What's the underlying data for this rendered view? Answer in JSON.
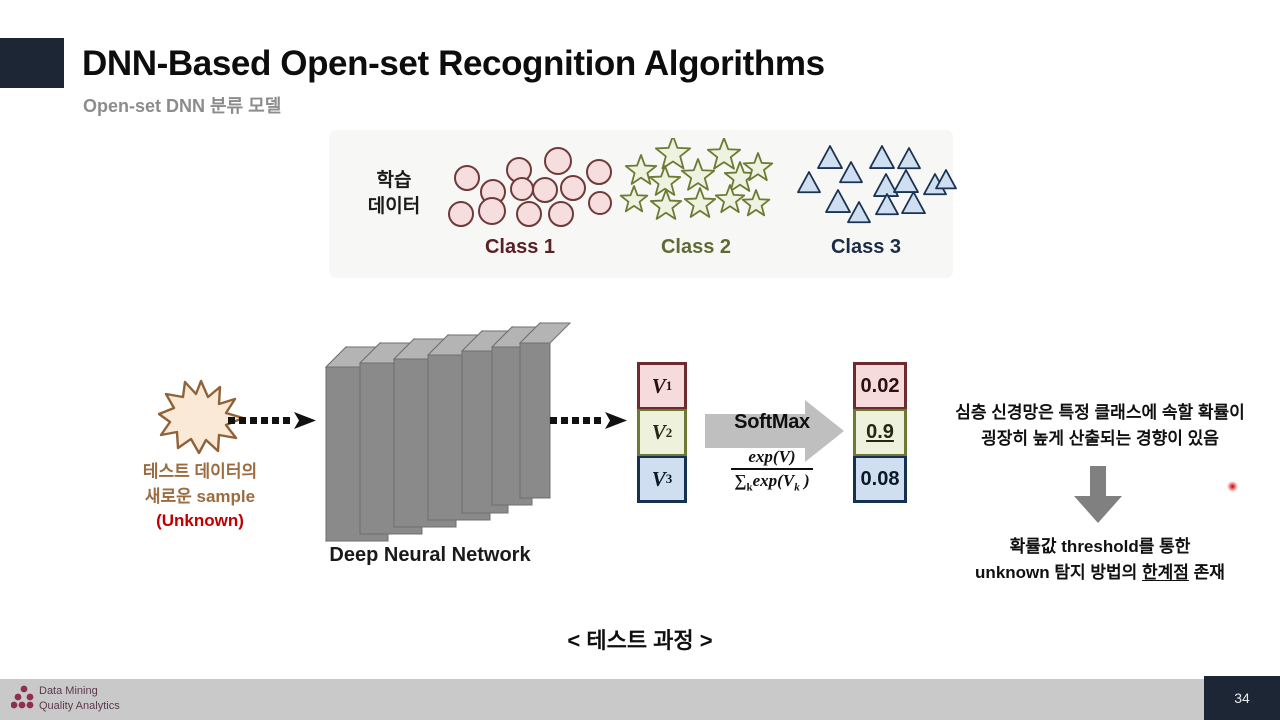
{
  "slide": {
    "title": "DNN-Based Open-set Recognition Algorithms",
    "subtitle": "Open-set DNN 분류 모델",
    "bottom_caption": "< 테스트 과정 >",
    "page_number": "34"
  },
  "training_panel": {
    "label": "학습\n데이터",
    "label_line1": "학습",
    "label_line2": "데이터",
    "classes": [
      {
        "caption": "Class 1",
        "shape": "circle",
        "count": 13,
        "fill": "#f7dede",
        "stroke": "#6e3a3a",
        "text_color": "#5b2026"
      },
      {
        "caption": "Class 2",
        "shape": "star",
        "count": 13,
        "fill": "#eef2e0",
        "stroke": "#6c7a33",
        "text_color": "#5f6b33"
      },
      {
        "caption": "Class 3",
        "shape": "triangle",
        "count": 14,
        "fill": "#cfdff1",
        "stroke": "#1b3352",
        "text_color": "#1b2c44"
      }
    ]
  },
  "test_sample": {
    "line1": "테스트 데이터의",
    "line2": "새로운 sample",
    "unknown": "(Unknown)",
    "color": "#9c6b3f",
    "unknown_color": "#c00000"
  },
  "network": {
    "label": "Deep Neural Network",
    "layer_count": 7,
    "color": "#878787"
  },
  "logits": {
    "items": [
      {
        "label": "V",
        "sub": "1",
        "style": "red"
      },
      {
        "label": "V",
        "sub": "2",
        "style": "green"
      },
      {
        "label": "V",
        "sub": "3",
        "style": "blue"
      }
    ]
  },
  "softmax": {
    "label": "SoftMax",
    "numerator": "exp(V)",
    "denominator_sum": "∑",
    "denominator_sub": "k",
    "denominator_rest": "exp(V",
    "denominator_vk": "k",
    "denominator_close": " )",
    "arrow_color": "#bfbfbf"
  },
  "probabilities": {
    "items": [
      {
        "value": "0.02",
        "style": "red",
        "underlined": false
      },
      {
        "value": "0.9",
        "style": "green",
        "underlined": true
      },
      {
        "value": "0.08",
        "style": "blue",
        "underlined": false
      }
    ]
  },
  "notes": {
    "top_line1": "심층 신경망은 특정 클래스에 속할 확률이",
    "top_line2": "굉장히 높게 산출되는 경향이 있음",
    "bottom_line1": "확률값 threshold를 통한",
    "bottom_line2_pre": "unknown 탐지 방법의 ",
    "bottom_line2_underlined": "한계점",
    "bottom_line2_post": " 존재",
    "arrow_color": "#808080"
  },
  "footer": {
    "logo_line1": "Data Mining",
    "logo_line2": "Quality Analytics",
    "logo_color": "#8e2f4e",
    "bar_color": "#c9c9c9"
  },
  "theme": {
    "accent_navy": "#1d2635",
    "title_color": "#0d0d0d",
    "subtitle_color": "#8c8c8c",
    "panel_bg": "#f7f7f5"
  }
}
